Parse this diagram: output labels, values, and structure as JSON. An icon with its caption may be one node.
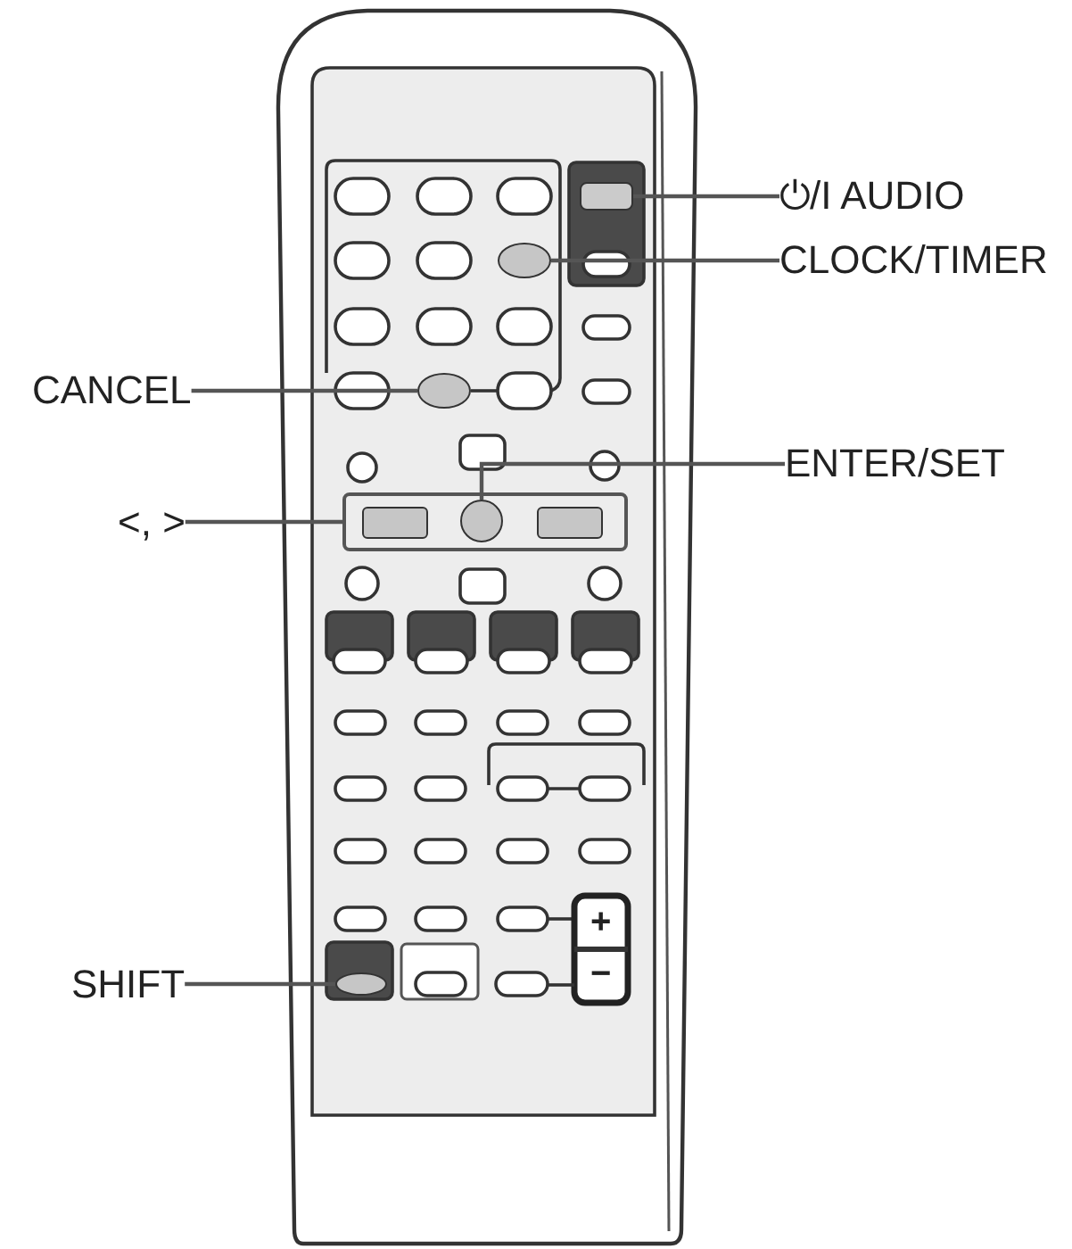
{
  "diagram": {
    "nodes": [
      {
        "text": [
          "⏻/I AUDIO"
        ]
      },
      {
        "text": [],
        "shape": "box"
      },
      {
        "text": [
          "CLOCK/TIMER"
        ]
      },
      {
        "text": [],
        "shape": "ellipse"
      },
      {
        "text": [
          "CANCEL"
        ]
      },
      {
        "text": [],
        "shape": "ellipse"
      },
      {
        "text": [
          "ENTER/SET"
        ]
      },
      {
        "text": [
          "<, >"
        ]
      },
      {
        "text": [],
        "shape": "box"
      },
      {
        "text": [],
        "shape": "circle",
        "in": 8
      },
      {
        "text": [
          "SHIFT"
        ]
      },
      {
        "text": [],
        "shape": "ellipse"
      }
    ],
    "edges": [
      {
        "from": 0,
        "to": 1,
        "arrow": "none"
      },
      {
        "from": 2,
        "to": 3,
        "arrow": "none"
      },
      {
        "from": 4,
        "to": 5,
        "arrow": "none"
      },
      {
        "from": 6,
        "to": 9,
        "arrow": "none"
      },
      {
        "from": 7,
        "to": 8,
        "arrow": "none"
      },
      {
        "from": 10,
        "to": 11,
        "arrow": "none"
      }
    ],
    "labels": [
      "+",
      "−"
    ]
  }
}
